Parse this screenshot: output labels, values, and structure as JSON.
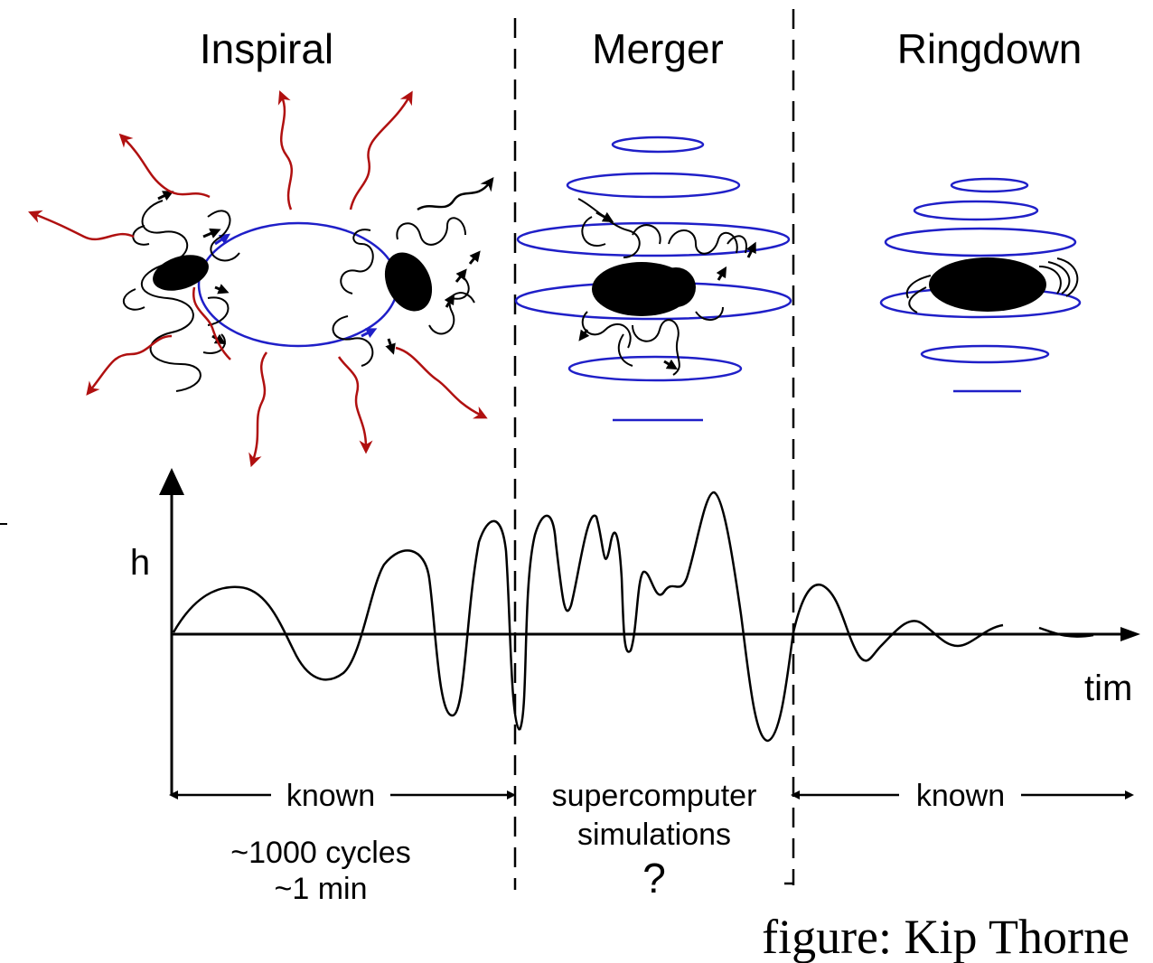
{
  "phases": {
    "inspiral": "Inspiral",
    "merger": "Merger",
    "ringdown": "Ringdown"
  },
  "axes": {
    "y_label": "h",
    "x_label": "tim"
  },
  "spans": {
    "left": "known",
    "middle_line1": "supercomputer",
    "middle_line2": "simulations",
    "middle_line3": "?",
    "right": "known"
  },
  "notes": {
    "cycles": "~1000 cycles",
    "duration": "~1 min"
  },
  "credit": "figure: Kip Thorne",
  "colors": {
    "orbit_blue": "#1f1fc8",
    "radiation_red": "#b01010",
    "ink": "#000000"
  }
}
